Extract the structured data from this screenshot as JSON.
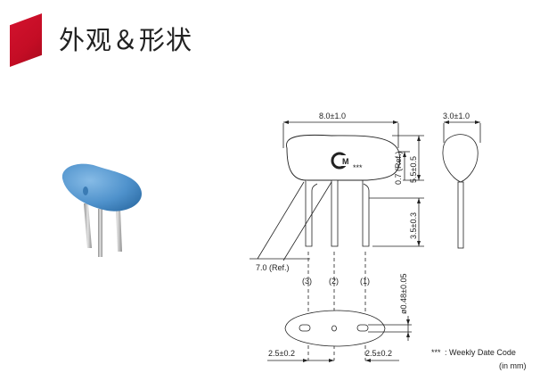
{
  "header": {
    "title": "外观＆形状",
    "accent_color": "#d4122f"
  },
  "component": {
    "body_color": "#5b9bd1",
    "lead_color": "#b7b7b7"
  },
  "drawing": {
    "width_dim": "8.0±1.0",
    "depth_dim": "3.0±1.0",
    "height_dim": "5.5±0.5",
    "offset_dim": "0.7 (Ref.)",
    "lead_dim": "3.5±0.3",
    "wire_dim": "ø0.48±0.05",
    "angle_dim": "7.0 (Ref.)",
    "pitch_left": "2.5±0.2",
    "pitch_right": "2.5±0.2",
    "pin3": "(3)",
    "pin2": "(2)",
    "pin1": "(1)",
    "marking": "***",
    "logo_letter": "M"
  },
  "legend": {
    "symbol": "***",
    "text": ": Weekly Date Code",
    "units": "(in mm)"
  }
}
